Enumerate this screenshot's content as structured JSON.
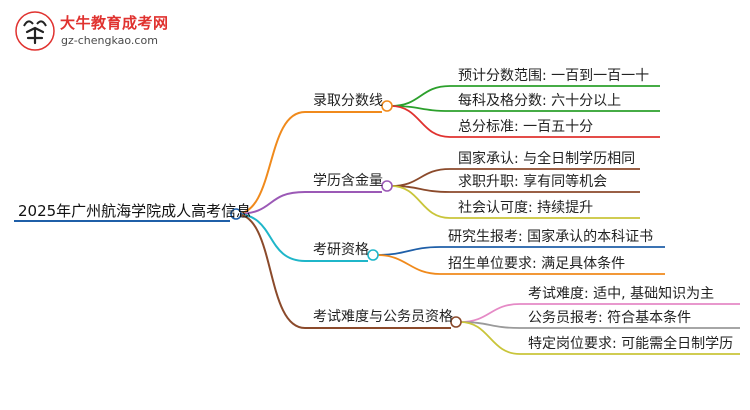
{
  "logo": {
    "brand": "大牛教育成考网",
    "url": "gz-chengkao.com",
    "mark_icon": "bull-mascot-icon"
  },
  "root": "2025年广州航海学院成人高考信息",
  "branches": [
    {
      "label": "录取分数线",
      "color": "#f08a1c",
      "children": [
        {
          "label": "预计分数范围: 一百到一百一十",
          "color": "#2ca02c"
        },
        {
          "label": "每科及格分数: 六十分以上",
          "color": "#2ca02c"
        },
        {
          "label": "总分标准: 一百五十分",
          "color": "#e0322f"
        }
      ]
    },
    {
      "label": "学历含金量",
      "color": "#9b59b6",
      "children": [
        {
          "label": "国家承认: 与全日制学历相同",
          "color": "#8b4a2b"
        },
        {
          "label": "求职升职: 享有同等机会",
          "color": "#8b4a2b"
        },
        {
          "label": "社会认可度: 持续提升",
          "color": "#c9c53a"
        }
      ]
    },
    {
      "label": "考研资格",
      "color": "#1fb6c9",
      "children": [
        {
          "label": "研究生报考: 国家承认的本科证书",
          "color": "#1f5fa8"
        },
        {
          "label": "招生单位要求: 满足具体条件",
          "color": "#f08a1c"
        }
      ]
    },
    {
      "label": "考试难度与公务员资格",
      "color": "#8b4a2b",
      "children": [
        {
          "label": "考试难度: 适中, 基础知识为主",
          "color": "#e58ac6"
        },
        {
          "label": "公务员报考: 符合基本条件",
          "color": "#9a9a9a"
        },
        {
          "label": "特定岗位要求: 可能需全日制学历",
          "color": "#c9c53a"
        }
      ]
    }
  ],
  "root_line_color": "#1f5fa8"
}
